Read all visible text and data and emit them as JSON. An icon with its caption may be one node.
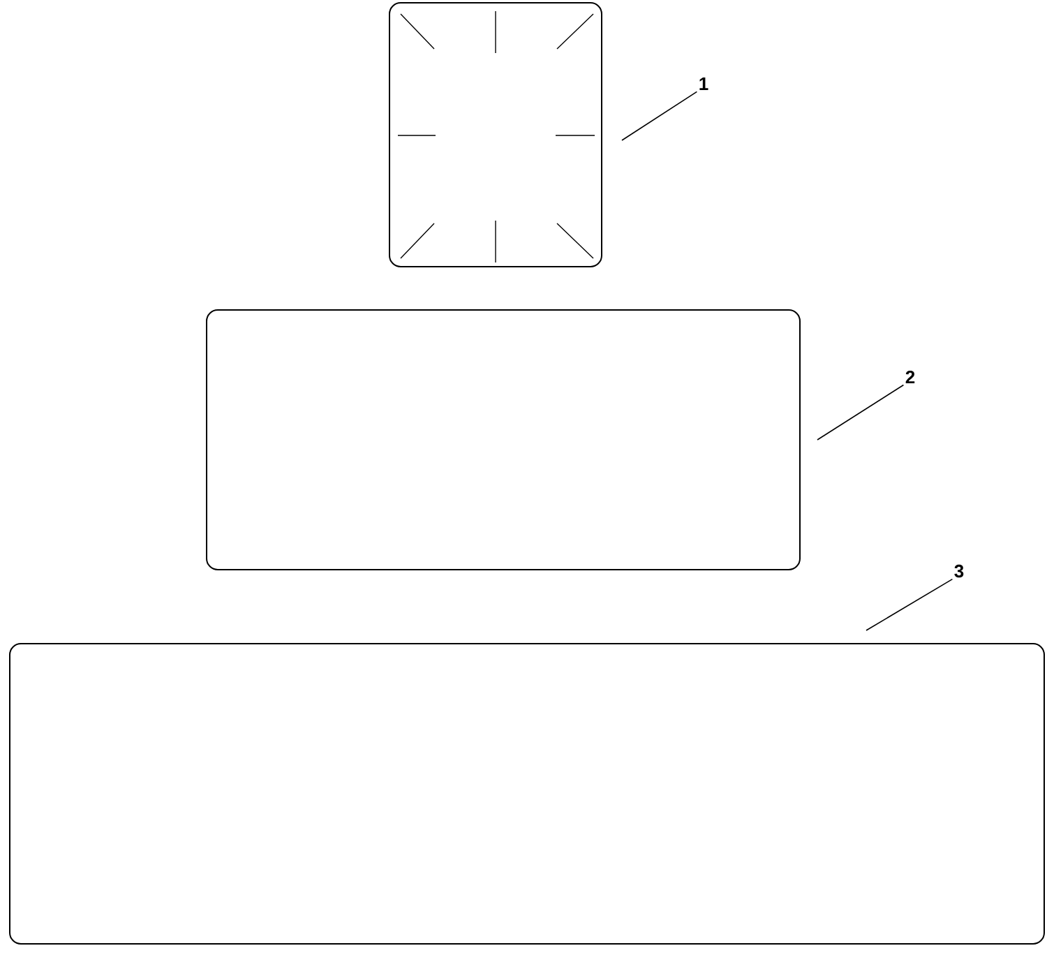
{
  "diagram": {
    "nodes": [
      {
        "text": [],
        "shape": "box"
      },
      {
        "text": [
          "1"
        ]
      },
      {
        "text": [],
        "shape": "box"
      },
      {
        "text": [
          "2"
        ]
      },
      {
        "text": [],
        "shape": "box"
      },
      {
        "text": [
          "3"
        ]
      }
    ],
    "edges": [
      {
        "from": 1,
        "to": 0,
        "arrow": "none"
      },
      {
        "from": 3,
        "to": 2,
        "arrow": "none"
      },
      {
        "from": 5,
        "to": 4,
        "arrow": "none"
      }
    ]
  }
}
